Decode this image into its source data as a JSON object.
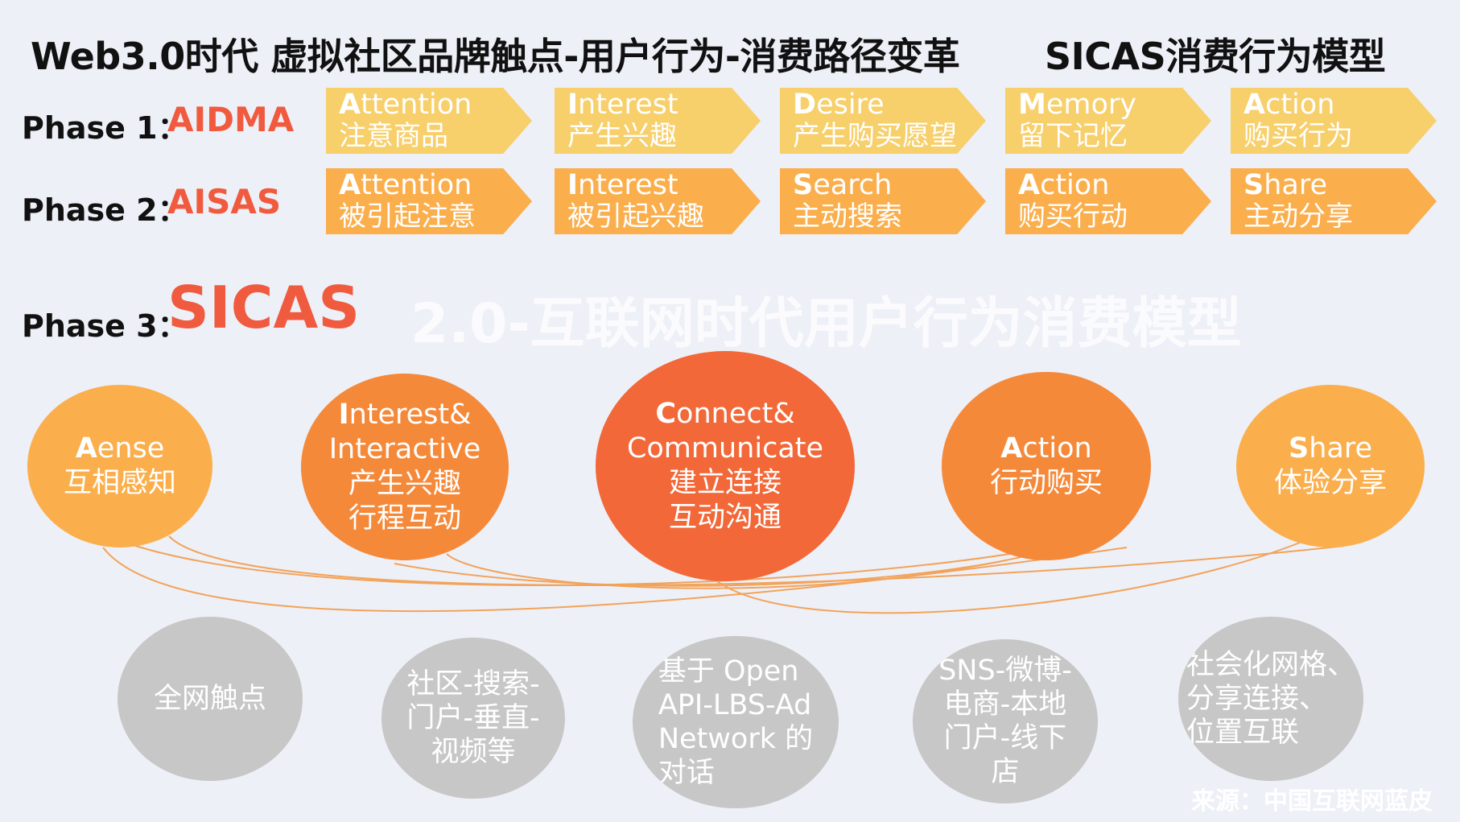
{
  "header": {
    "main_title": "Web3.0时代 虚拟社区品牌触点-用户行为-消费路径变革",
    "sicas_title": "SICAS消费行为模型"
  },
  "phases": [
    {
      "label": "Phase 1：",
      "model": "AIDMA",
      "steps": [
        {
          "en": "Attention",
          "cn": "注意商品"
        },
        {
          "en": "Interest",
          "cn": "产生兴趣"
        },
        {
          "en": "Desire",
          "cn": "产生购买愿望"
        },
        {
          "en": "Memory",
          "cn": "留下记忆"
        },
        {
          "en": "Action",
          "cn": "购买行为"
        }
      ]
    },
    {
      "label": "Phase 2：",
      "model": "AISAS",
      "steps": [
        {
          "en": "Attention",
          "cn": "被引起注意"
        },
        {
          "en": "Interest",
          "cn": "被引起兴趣"
        },
        {
          "en": "Search",
          "cn": "主动搜索"
        },
        {
          "en": "Action",
          "cn": "购买行动"
        },
        {
          "en": "Share",
          "cn": "主动分享"
        }
      ]
    },
    {
      "label": "Phase 3：",
      "model": "SICAS"
    }
  ],
  "watermark": "2.0-互联网时代用户行为消费模型",
  "sicas": [
    {
      "lines": [
        "Aense",
        "互相感知"
      ],
      "color": "#fbae4c",
      "en_lines": 1
    },
    {
      "lines": [
        "Interest&",
        "Interactive",
        "产生兴趣",
        "行程互动"
      ],
      "color": "#f5893a",
      "en_lines": 2
    },
    {
      "lines": [
        "Connect&",
        "Communicate",
        "建立连接",
        "互动沟通"
      ],
      "color": "#f26838",
      "en_lines": 2
    },
    {
      "lines": [
        "Action",
        "行动购买"
      ],
      "color": "#f5893a",
      "en_lines": 1
    },
    {
      "lines": [
        "Share",
        "体验分享"
      ],
      "color": "#fbae4c",
      "en_lines": 1
    }
  ],
  "touchpoints": [
    {
      "lines": [
        "全网触点"
      ]
    },
    {
      "lines": [
        "社区-搜索-",
        "门户-垂直-",
        "视频等"
      ]
    },
    {
      "lines": [
        "基于 Open",
        "API-LBS-Ad",
        "Network 的",
        "对话"
      ]
    },
    {
      "lines": [
        "SNS-微博-",
        "电商-本地",
        "门户-线下",
        "店"
      ]
    },
    {
      "lines": [
        "社会化网格、",
        "分享连接、",
        "位置互联"
      ]
    }
  ],
  "source_note": "来源：中国互联网蓝皮",
  "colors": {
    "accent_red": "#f05a3e",
    "arrow_light": "#f7cf6b",
    "arrow_dark": "#fbae4c",
    "gray_circle": "#c7c7c7",
    "connector": "#f2a35a"
  }
}
